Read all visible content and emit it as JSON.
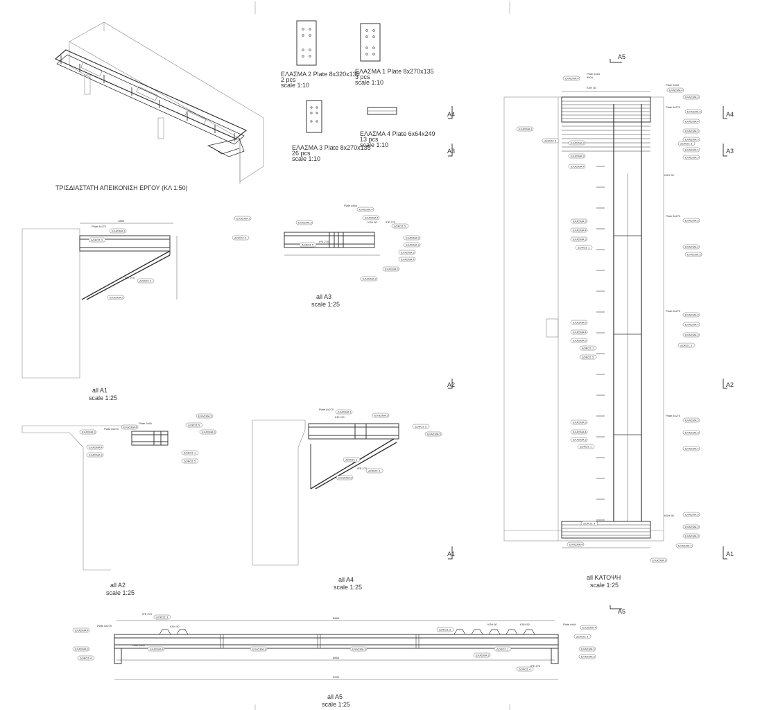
{
  "sheet": {
    "isometric_caption": "ΤΡΙΣΔΙΑΣΤΑΤΗ ΑΠΕΙΚΟΝΙΣΗ ΕΡΓΟΥ (ΚΛ 1:50)",
    "plates": [
      {
        "title": "ΕΛΑΣΜΑ 2 Plate 8x320x135",
        "qty": "2 pcs",
        "scale": "scale 1:10"
      },
      {
        "title": "ΕΛΑΣΜΑ 1 Plate 8x270x135",
        "qty": "3 pcs",
        "scale": "scale 1:10"
      },
      {
        "title": "ΕΛΑΣΜΑ 3 Plate 8x270x135",
        "qty": "26 pcs",
        "scale": "scale 1:10"
      },
      {
        "title": "ΕΛΑΣΜΑ 4 Plate 6x64x249",
        "qty": "13 pcs",
        "scale": "scale 1:10"
      }
    ],
    "views": {
      "a1": {
        "title": "all A1",
        "scale": "scale 1:25"
      },
      "a2": {
        "title": "all A2",
        "scale": "scale 1:25"
      },
      "a3": {
        "title": "all A3",
        "scale": "scale 1:25"
      },
      "a4": {
        "title": "all A4",
        "scale": "scale 1:25"
      },
      "a5": {
        "title": "all A5",
        "scale": "scale 1:25"
      },
      "plan": {
        "title": "all ΚΑΤΟΨΗ",
        "scale": "scale 1:25"
      }
    },
    "section_marks": [
      "A1",
      "A2",
      "A3",
      "A4",
      "A5"
    ],
    "dims": {
      "a5_total": "8868",
      "a5_overall": "9035",
      "a1_top": "1860",
      "plan_a": "9004"
    },
    "tags": {
      "e1": "ΕΛΑΣΜΑ 1",
      "e2": "ΕΛΑΣΜΑ 2",
      "e3": "ΕΛΑΣΜΑ 3",
      "e4": "ΕΛΑΣΜΑ 4",
      "d1": "ΔΟΚΟΣ 1",
      "d2": "ΔΟΚΟΣ 2",
      "d3": "ΔΟΚΟΣ 3",
      "d4": "ΔΟΚΟΣ 4",
      "d5": "ΔΟΚΟΣ 5",
      "ipe": "IPE 270",
      "ksh": "KSH 50",
      "p270": "Plate 8x270",
      "p64": "Plate 6x64"
    }
  }
}
